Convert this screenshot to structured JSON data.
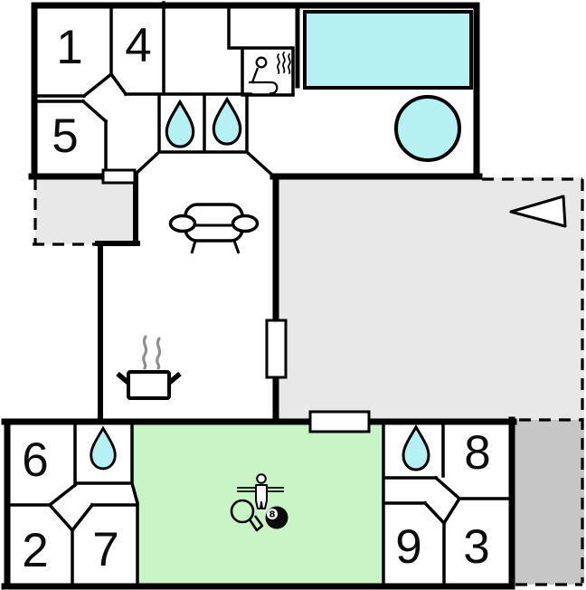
{
  "rooms": [
    {
      "id": "room-1",
      "label": "1"
    },
    {
      "id": "room-4",
      "label": "4"
    },
    {
      "id": "room-5",
      "label": "5"
    },
    {
      "id": "room-6",
      "label": "6"
    },
    {
      "id": "room-2",
      "label": "2"
    },
    {
      "id": "room-7",
      "label": "7"
    },
    {
      "id": "room-8",
      "label": "8"
    },
    {
      "id": "room-9",
      "label": "9"
    },
    {
      "id": "room-3",
      "label": "3"
    }
  ],
  "icons": {
    "eight_ball_label": "8",
    "names": [
      "water-drop",
      "sauna",
      "swimming-pool",
      "hot-tub",
      "sofa",
      "cooking-pot",
      "foosball-player",
      "table-tennis-paddle",
      "billiard-8-ball",
      "direction-arrow",
      "door"
    ]
  },
  "colors": {
    "wall": "#000000",
    "water": "#b5f1f3",
    "game_room": "#c9f4c5",
    "terrace_light": "#e8e8e8",
    "terrace_dark": "#c6c6c6",
    "steam": "#8f8f8f",
    "background": "#ffffff"
  }
}
